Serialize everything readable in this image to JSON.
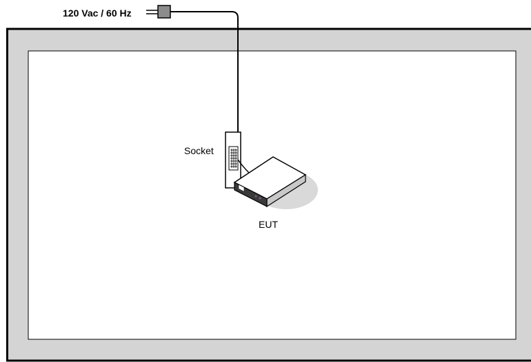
{
  "diagram": {
    "power_label": "120 Vac / 60 Hz",
    "socket_label": "Socket",
    "eut_label": "EUT"
  },
  "icons": {
    "power_source": "power-plug-icon",
    "socket": "power-strip-icon",
    "eut": "network-device-icon"
  },
  "colors": {
    "outer_frame": "#d4d4d4",
    "outline": "#000000",
    "plug": "#8c8c8c",
    "device_top": "#ffffff",
    "device_side": "#c8c8c8",
    "device_front": "#3a3a3a",
    "shadow": "#d9d9d9"
  }
}
